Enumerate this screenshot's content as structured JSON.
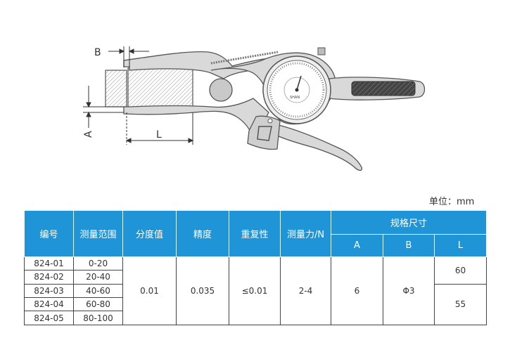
{
  "diagram": {
    "label_B": "B",
    "label_A": "A",
    "label_L": "L",
    "dial_brand": "SHAN"
  },
  "unit_text": "单位：mm",
  "table": {
    "headers": {
      "code": "编号",
      "range": "测量范围",
      "division": "分度值",
      "accuracy": "精度",
      "repeatability": "重复性",
      "force": "测量力/N",
      "spec": "规格尺寸",
      "A": "A",
      "B": "B",
      "L": "L"
    },
    "rows": [
      {
        "code": "824-01",
        "range": "0-20"
      },
      {
        "code": "824-02",
        "range": "20-40"
      },
      {
        "code": "824-03",
        "range": "40-60"
      },
      {
        "code": "824-04",
        "range": "60-80"
      },
      {
        "code": "824-05",
        "range": "80-100"
      }
    ],
    "shared": {
      "division": "0.01",
      "accuracy": "0.035",
      "repeatability": "≤0.01",
      "force": "2-4",
      "A": "6",
      "B": "Φ3",
      "L_top": "60",
      "L_bottom": "55"
    }
  },
  "colors": {
    "header_bg": "#1f95d8",
    "tool_body": "#d9d9d9",
    "outline": "#555555"
  }
}
